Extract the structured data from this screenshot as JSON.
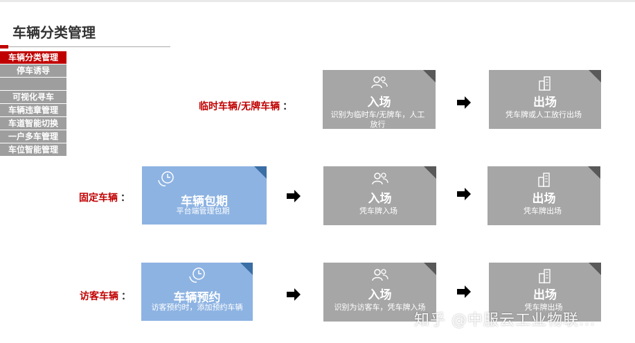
{
  "page": {
    "title": "车辆分类管理"
  },
  "sidebar": {
    "items": [
      {
        "label": "车辆分类管理",
        "active": true
      },
      {
        "label": "停车诱导"
      },
      {
        "label": ""
      },
      {
        "label": "可视化寻车"
      },
      {
        "label": "车辆违章管理"
      },
      {
        "label": "车道智能切换"
      },
      {
        "label": "一户多车管理"
      },
      {
        "label": "车位智能管理"
      }
    ]
  },
  "rows": [
    {
      "label": "临时车辆/无牌车辆",
      "colon": "：",
      "cards": [
        {
          "icon": "people-icon",
          "title": "入场",
          "sub": "识别为临时车/无牌车，人工放行"
        },
        {
          "icon": "building-icon",
          "title": "出场",
          "sub": "凭车牌或人工放行出场"
        }
      ]
    },
    {
      "label": "固定车辆",
      "colon": "：",
      "cards": [
        {
          "icon": "clock-phone-icon",
          "title": "车辆包期",
          "sub": "平台端管理包期"
        },
        {
          "icon": "people-icon",
          "title": "入场",
          "sub": "凭车牌入场"
        },
        {
          "icon": "building-icon",
          "title": "出场",
          "sub": "凭车牌出场"
        }
      ]
    },
    {
      "label": "访客车辆",
      "colon": "：",
      "cards": [
        {
          "icon": "clock-phone-icon",
          "title": "车辆预约",
          "sub": "访客预约时，添加预约车辆"
        },
        {
          "icon": "people-icon",
          "title": "入场",
          "sub": "识别为访客车，凭车牌入场"
        },
        {
          "icon": "building-icon",
          "title": "出场",
          "sub": "凭车牌出场"
        }
      ]
    }
  ],
  "watermark": "知乎 @中服云工业物联...",
  "colors": {
    "accent": "#c00000",
    "card_gray": "#a6a6a6",
    "card_blue": "#8db3e2"
  }
}
